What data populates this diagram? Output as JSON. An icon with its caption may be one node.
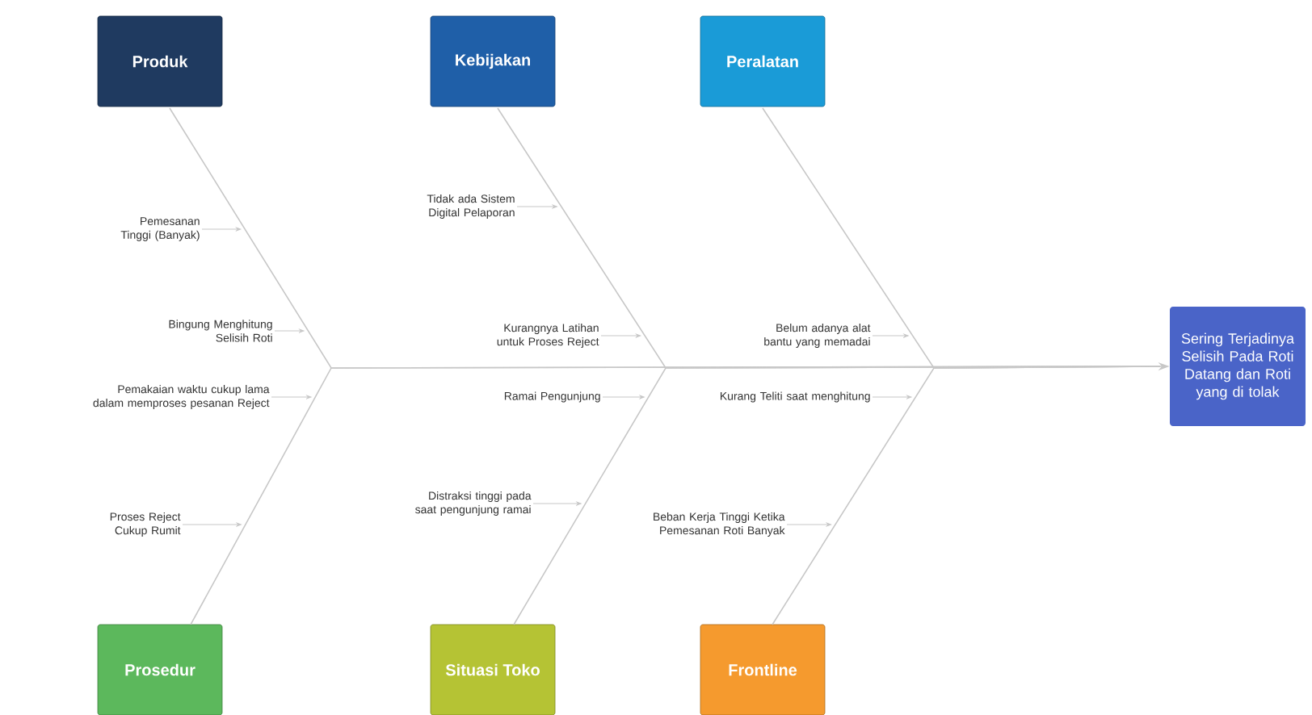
{
  "diagram": {
    "nodes": [
      {
        "text": [
          "Produk"
        ]
      },
      {
        "text": [
          "Kebijakan"
        ]
      },
      {
        "text": [
          "Peralatan"
        ]
      },
      {
        "text": [
          "Pemesanan Tinggi (Banyak)"
        ]
      },
      {
        "text": [
          "Bingung Menghitung Selisih Roti"
        ]
      },
      {
        "text": [
          "Tidak ada Sistem Digital Pelaporan"
        ]
      },
      {
        "text": [
          "Kurangnya Latihan untuk Proses Reject"
        ]
      },
      {
        "text": [
          "Belum adanya alat bantu yang memadai"
        ]
      },
      {
        "text": [
          "Sering Terjadinya Selisih Pada Roti Datang dan Roti yang di tolak"
        ]
      },
      {
        "text": [
          "Pemakaian waktu cukup lama dalam memproses pesanan Reject"
        ]
      },
      {
        "text": [
          "Ramai Pengunjung"
        ]
      },
      {
        "text": [
          "Kurang Teliti saat menghitung"
        ]
      },
      {
        "text": [
          "Distraksi tinggi pada saat pengunjung ramai"
        ]
      },
      {
        "text": [
          "Proses Reject Cukup Rumit"
        ]
      },
      {
        "text": [
          "Beban Kerja Tinggi Ketika Pemesanan Roti Banyak"
        ]
      },
      {
        "text": [
          "Prosedur"
        ]
      },
      {
        "text": [
          "Situasi Toko"
        ]
      },
      {
        "text": [
          "Frontline"
        ]
      }
    ],
    "edges": [
      {
        "from": 0,
        "to": 8,
        "arrow": "to"
      },
      {
        "from": 1,
        "to": 8,
        "arrow": "to"
      },
      {
        "from": 2,
        "to": 8,
        "arrow": "to"
      },
      {
        "from": 15,
        "to": 8,
        "arrow": "to"
      },
      {
        "from": 16,
        "to": 8,
        "arrow": "to"
      },
      {
        "from": 17,
        "to": 8,
        "arrow": "to"
      },
      {
        "from": 3,
        "to": null,
        "arrow": "to"
      },
      {
        "from": 4,
        "to": null,
        "arrow": "to"
      },
      {
        "from": 5,
        "to": null,
        "arrow": "to"
      },
      {
        "from": 6,
        "to": null,
        "arrow": "to"
      },
      {
        "from": 7,
        "to": null,
        "arrow": "to"
      },
      {
        "from": 9,
        "to": null,
        "arrow": "to"
      },
      {
        "from": 10,
        "to": null,
        "arrow": "to"
      },
      {
        "from": 11,
        "to": null,
        "arrow": "to"
      },
      {
        "from": 12,
        "to": null,
        "arrow": "to"
      },
      {
        "from": 13,
        "to": null,
        "arrow": "to"
      },
      {
        "from": 14,
        "to": null,
        "arrow": "to"
      }
    ]
  }
}
